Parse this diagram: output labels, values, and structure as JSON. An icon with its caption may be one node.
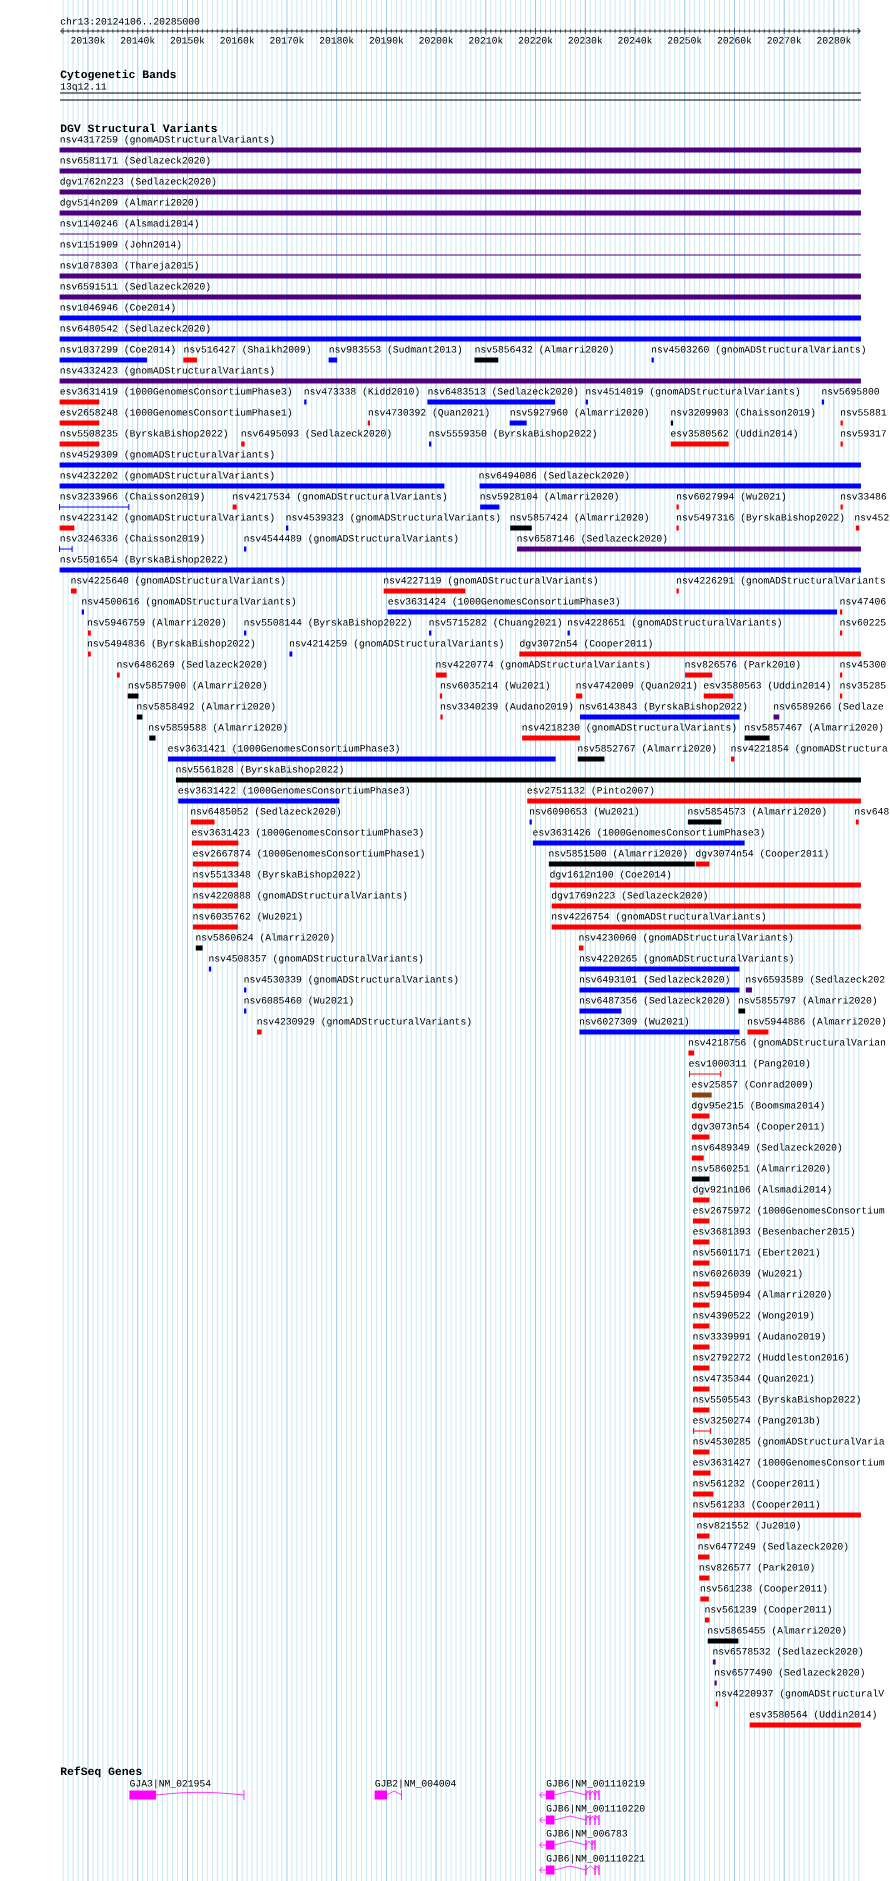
{
  "diagram": {
    "labels": [
      "chr13:20124106..20285000",
      "20130k",
      "20140k",
      "20150k",
      "20160k",
      "20170k",
      "20180k",
      "20190k",
      "20200k",
      "20210k",
      "20220k",
      "20230k",
      "20240k",
      "20250k",
      "20260k",
      "20270k",
      "20280k",
      "Cytogenetic Bands",
      "13q12.11",
      "DGV Structural Variants",
      "nsv4317259 (gnomADStructuralVariants)",
      "nsv6581171 (Sedlazeck2020)",
      "dgv1762n223 (Sedlazeck2020)",
      "dgv514n209 (Almarri2020)",
      "nsv1140246 (Alsmadi2014)",
      "nsv1151909 (John2014)",
      "nsv1078303 (Thareja2015)",
      "nsv6591511 (Sedlazeck2020)",
      "nsv1046946 (Coe2014)",
      "nsv6480542 (Sedlazeck2020)",
      "nsv1037299 (Coe2014)",
      "nsv516427 (Shaikh2009)",
      "nsv983553 (Sudmant2013)",
      "nsv5856432 (Almarri2020)",
      "nsv4503260 (gnomADStructuralVariants)",
      "nsv4332423 (gnomADStructuralVariants)",
      "esv3631419 (1000GenomesConsortiumPhase3)",
      "nsv473338 (Kidd2010)",
      "nsv6483513 (Sedlazeck2020)",
      "nsv4514019 (gnomADStructuralVariants)",
      "nsv5695800",
      "esv2658248 (1000GenomesConsortiumPhase1)",
      "nsv4730392 (Quan2021)",
      "nsv5927960 (Almarri2020)",
      "nsv3209903 (Chaisson2019)",
      "nsv55881",
      "nsv5508235 (ByrskaBishop2022)",
      "nsv6495093 (Sedlazeck2020)",
      "nsv5559350 (ByrskaBishop2022)",
      "esv3580562 (Uddin2014)",
      "nsv59317",
      "nsv4529309 (gnomADStructuralVariants)",
      "nsv4232202 (gnomADStructuralVariants)",
      "nsv6494086 (Sedlazeck2020)",
      "nsv3233966 (Chaisson2019)",
      "nsv4217534 (gnomADStructuralVariants)",
      "nsv5928104 (Almarri2020)",
      "nsv6027994 (Wu2021)",
      "nsv33486",
      "nsv4223142 (gnomADStructuralVariants)",
      "nsv4539323 (gnomADStructuralVariants)",
      "nsv5857424 (Almarri2020)",
      "nsv5497316 (ByrskaBishop2022)",
      "nsv452",
      "nsv3246336 (Chaisson2019)",
      "nsv4544489 (gnomADStructuralVariants)",
      "nsv6587146 (Sedlazeck2020)",
      "nsv5501654 (ByrskaBishop2022)",
      "nsv4225640 (gnomADStructuralVariants)",
      "nsv4227119 (gnomADStructuralVariants)",
      "nsv4226291 (gnomADStructuralVariants",
      "nsv4500616 (gnomADStructuralVariants)",
      "esv3631424 (1000GenomesConsortiumPhase3)",
      "nsv47406",
      "nsv5946759 (Almarri2020)",
      "nsv5508144 (ByrskaBishop2022)",
      "nsv5715282 (Chuang2021)",
      "nsv4228651 (gnomADStructuralVariants)",
      "nsv60225",
      "nsv5494836 (ByrskaBishop2022)",
      "nsv4214259 (gnomADStructuralVariants)",
      "dgv3072n54 (Cooper2011)",
      "nsv6486269 (Sedlazeck2020)",
      "nsv4220774 (gnomADStructuralVariants)",
      "nsv826576 (Park2010)",
      "nsv45300",
      "nsv5857900 (Almarri2020)",
      "nsv6035214 (Wu2021)",
      "nsv4742009 (Quan2021)",
      "esv3580563 (Uddin2014)",
      "nsv35285",
      "nsv5858492 (Almarri2020)",
      "nsv3340239 (Audano2019)",
      "nsv6143843 (ByrskaBishop2022)",
      "nsv6589266 (Sedlaze",
      "nsv5859588 (Almarri2020)",
      "nsv4218230 (gnomADStructuralVariants)",
      "nsv5857467 (Almarri2020)",
      "esv3631421 (1000GenomesConsortiumPhase3)",
      "nsv5852767 (Almarri2020)",
      "nsv4221854 (gnomADStructura",
      "nsv5561828 (ByrskaBishop2022)",
      "esv3631422 (1000GenomesConsortiumPhase3)",
      "esv2751132 (Pinto2007)",
      "nsv6485052 (Sedlazeck2020)",
      "nsv6090653 (Wu2021)",
      "nsv5854573 (Almarri2020)",
      "nsv648",
      "esv3631423 (1000GenomesConsortiumPhase3)",
      "esv3631426 (1000GenomesConsortiumPhase3)",
      "esv2667874 (1000GenomesConsortiumPhase1)",
      "nsv5851500 (Almarri2020)",
      "dgv3074n54 (Cooper2011)",
      "nsv5513348 (ByrskaBishop2022)",
      "dgv1612n100 (Coe2014)",
      "nsv4220888 (gnomADStructuralVariants)",
      "dgv1769n223 (Sedlazeck2020)",
      "nsv6035762 (Wu2021)",
      "nsv4226754 (gnomADStructuralVariants)",
      "nsv5860624 (Almarri2020)",
      "nsv4230060 (gnomADStructuralVariants)",
      "nsv4508357 (gnomADStructuralVariants)",
      "nsv4220265 (gnomADStructuralVariants)",
      "nsv4530339 (gnomADStructuralVariants)",
      "nsv6493101 (Sedlazeck2020)",
      "nsv6593589 (Sedlazeck202",
      "nsv6085460 (Wu2021)",
      "nsv6487356 (Sedlazeck2020)",
      "nsv5855797 (Almarri2020)",
      "nsv4230929 (gnomADStructuralVariants)",
      "nsv6027309 (Wu2021)",
      "nsv5944886 (Almarri2020)",
      "nsv4218756 (gnomADStructuralVarian",
      "esv1000311 (Pang2010)",
      "esv25857 (Conrad2009)",
      "dgv95e215 (Boomsma2014)",
      "dgv3073n54 (Cooper2011)",
      "nsv6489349 (Sedlazeck2020)",
      "nsv5860251 (Almarri2020)",
      "dgv921n106 (Alsmadi2014)",
      "esv2675972 (1000GenomesConsortium",
      "esv3681393 (Besenbacher2015)",
      "nsv5601171 (Ebert2021)",
      "nsv6026039 (Wu2021)",
      "nsv5945094 (Almarri2020)",
      "nsv4390522 (Wong2019)",
      "nsv3339991 (Audano2019)",
      "nsv2792272 (Huddleston2016)",
      "nsv4735344 (Quan2021)",
      "nsv5505543 (ByrskaBishop2022)",
      "esv3250274 (Pang2013b)",
      "nsv4530285 (gnomADStructuralVaria",
      "esv3631427 (1000GenomesConsortium",
      "nsv561232 (Cooper2011)",
      "nsv561233 (Cooper2011)",
      "nsv821552 (Ju2010)",
      "nsv6477249 (Sedlazeck2020)",
      "nsv826577 (Park2010)",
      "nsv561238 (Cooper2011)",
      "nsv561239 (Cooper2011)",
      "nsv5865455 (Almarri2020)",
      "nsv6578532 (Sedlazeck2020)",
      "nsv6577490 (Sedlazeck2020)",
      "nsv4220937 (gnomADStructuralV",
      "esv3580564 (Uddin2014)",
      "RefSeq Genes",
      "GJA3|NM_021954",
      "GJB2|NM_004004",
      "GJB6|NM_001110219",
      "GJB6|NM_001110220",
      "GJB6|NM_006783",
      "GJB6|NM_001110221"
    ]
  }
}
